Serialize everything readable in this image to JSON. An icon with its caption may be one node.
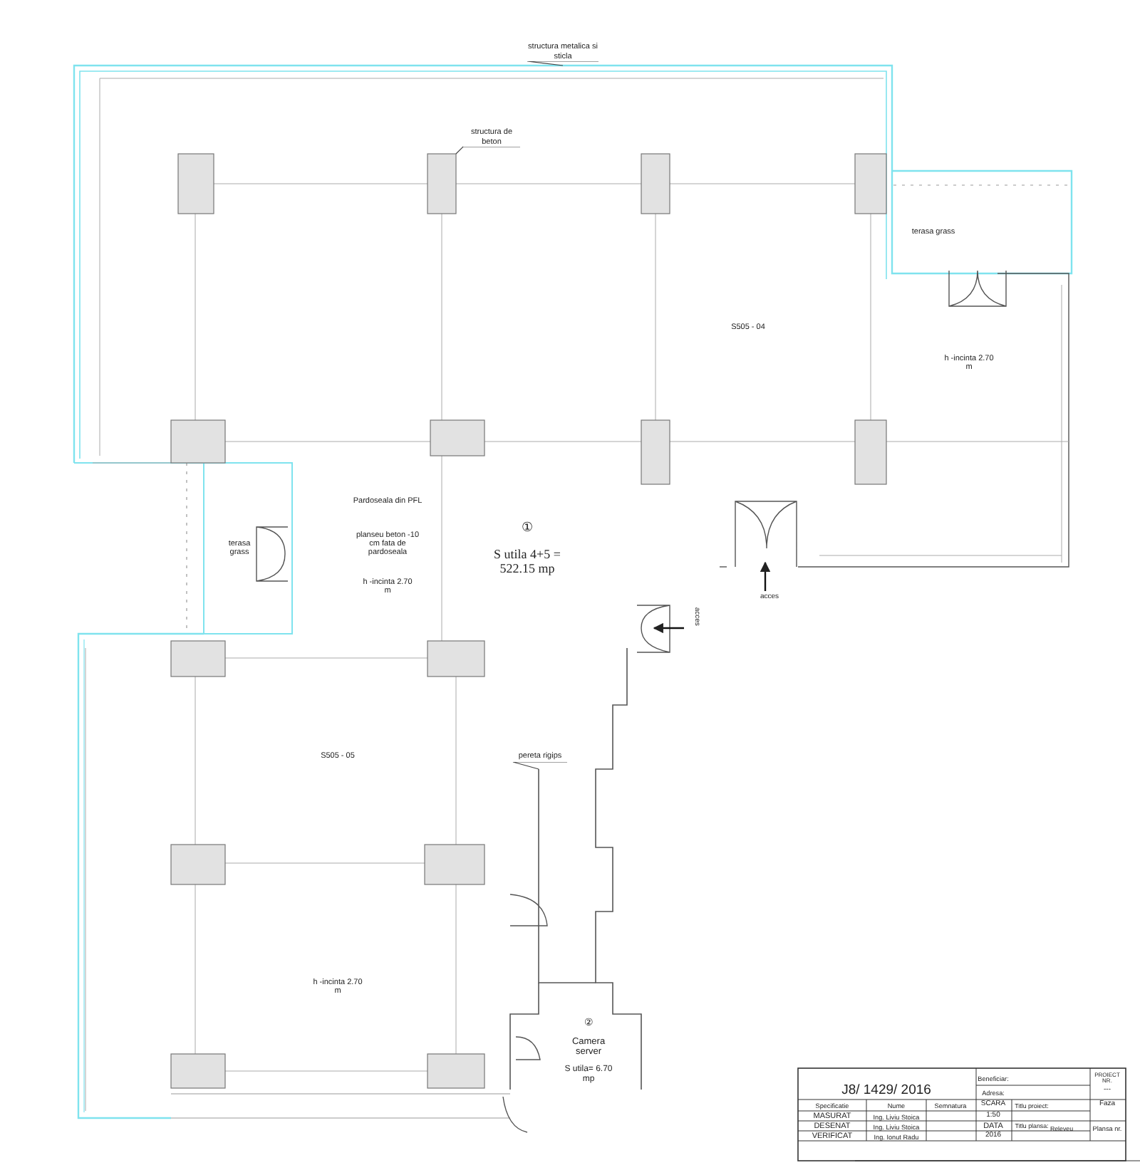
{
  "diagram": {
    "nodes": [
      {
        "text": [
          "structura metalica si sticla"
        ]
      },
      {
        "text": [
          "structura de beton"
        ]
      },
      {
        "text": [
          "pereta rigips"
        ]
      }
    ],
    "edges": [
      {
        "from": 0,
        "to": null,
        "arrow": "none"
      },
      {
        "from": 1,
        "to": null,
        "arrow": "none"
      },
      {
        "from": 2,
        "to": null,
        "arrow": "none"
      }
    ],
    "labels": [
      "terasa grass",
      "S505 - 04",
      "h -incinta 2.70 m",
      "Pardoseala din PFL",
      "planseu beton -10 cm fata de pardoseala",
      "terasa grass",
      "h -incinta 2.70 m",
      "①",
      "S utila 4+5 = 522.15 mp",
      "acces",
      "acces",
      "S505 - 05",
      "h -incinta 2.70 m",
      "②",
      "Camera server",
      "S utila= 6.70 mp",
      "J8/ 1429/ 2016",
      "Beneficiar:",
      "PROIECT NR.",
      "---",
      "Adresa:",
      "Specificatie",
      "Nume",
      "Semnatura",
      "SCARA",
      "Titlu proiect:",
      "Faza",
      "MASURAT",
      "Ing. Liviu Stoica",
      "1:50",
      "DESENAT",
      "Ing. Liviu Stoica",
      "DATA",
      "Titlu plansa:",
      "Releveu",
      "Plansa nr.",
      "VERIFICAT",
      "Ing. Ionut Radu",
      "2016"
    ]
  }
}
